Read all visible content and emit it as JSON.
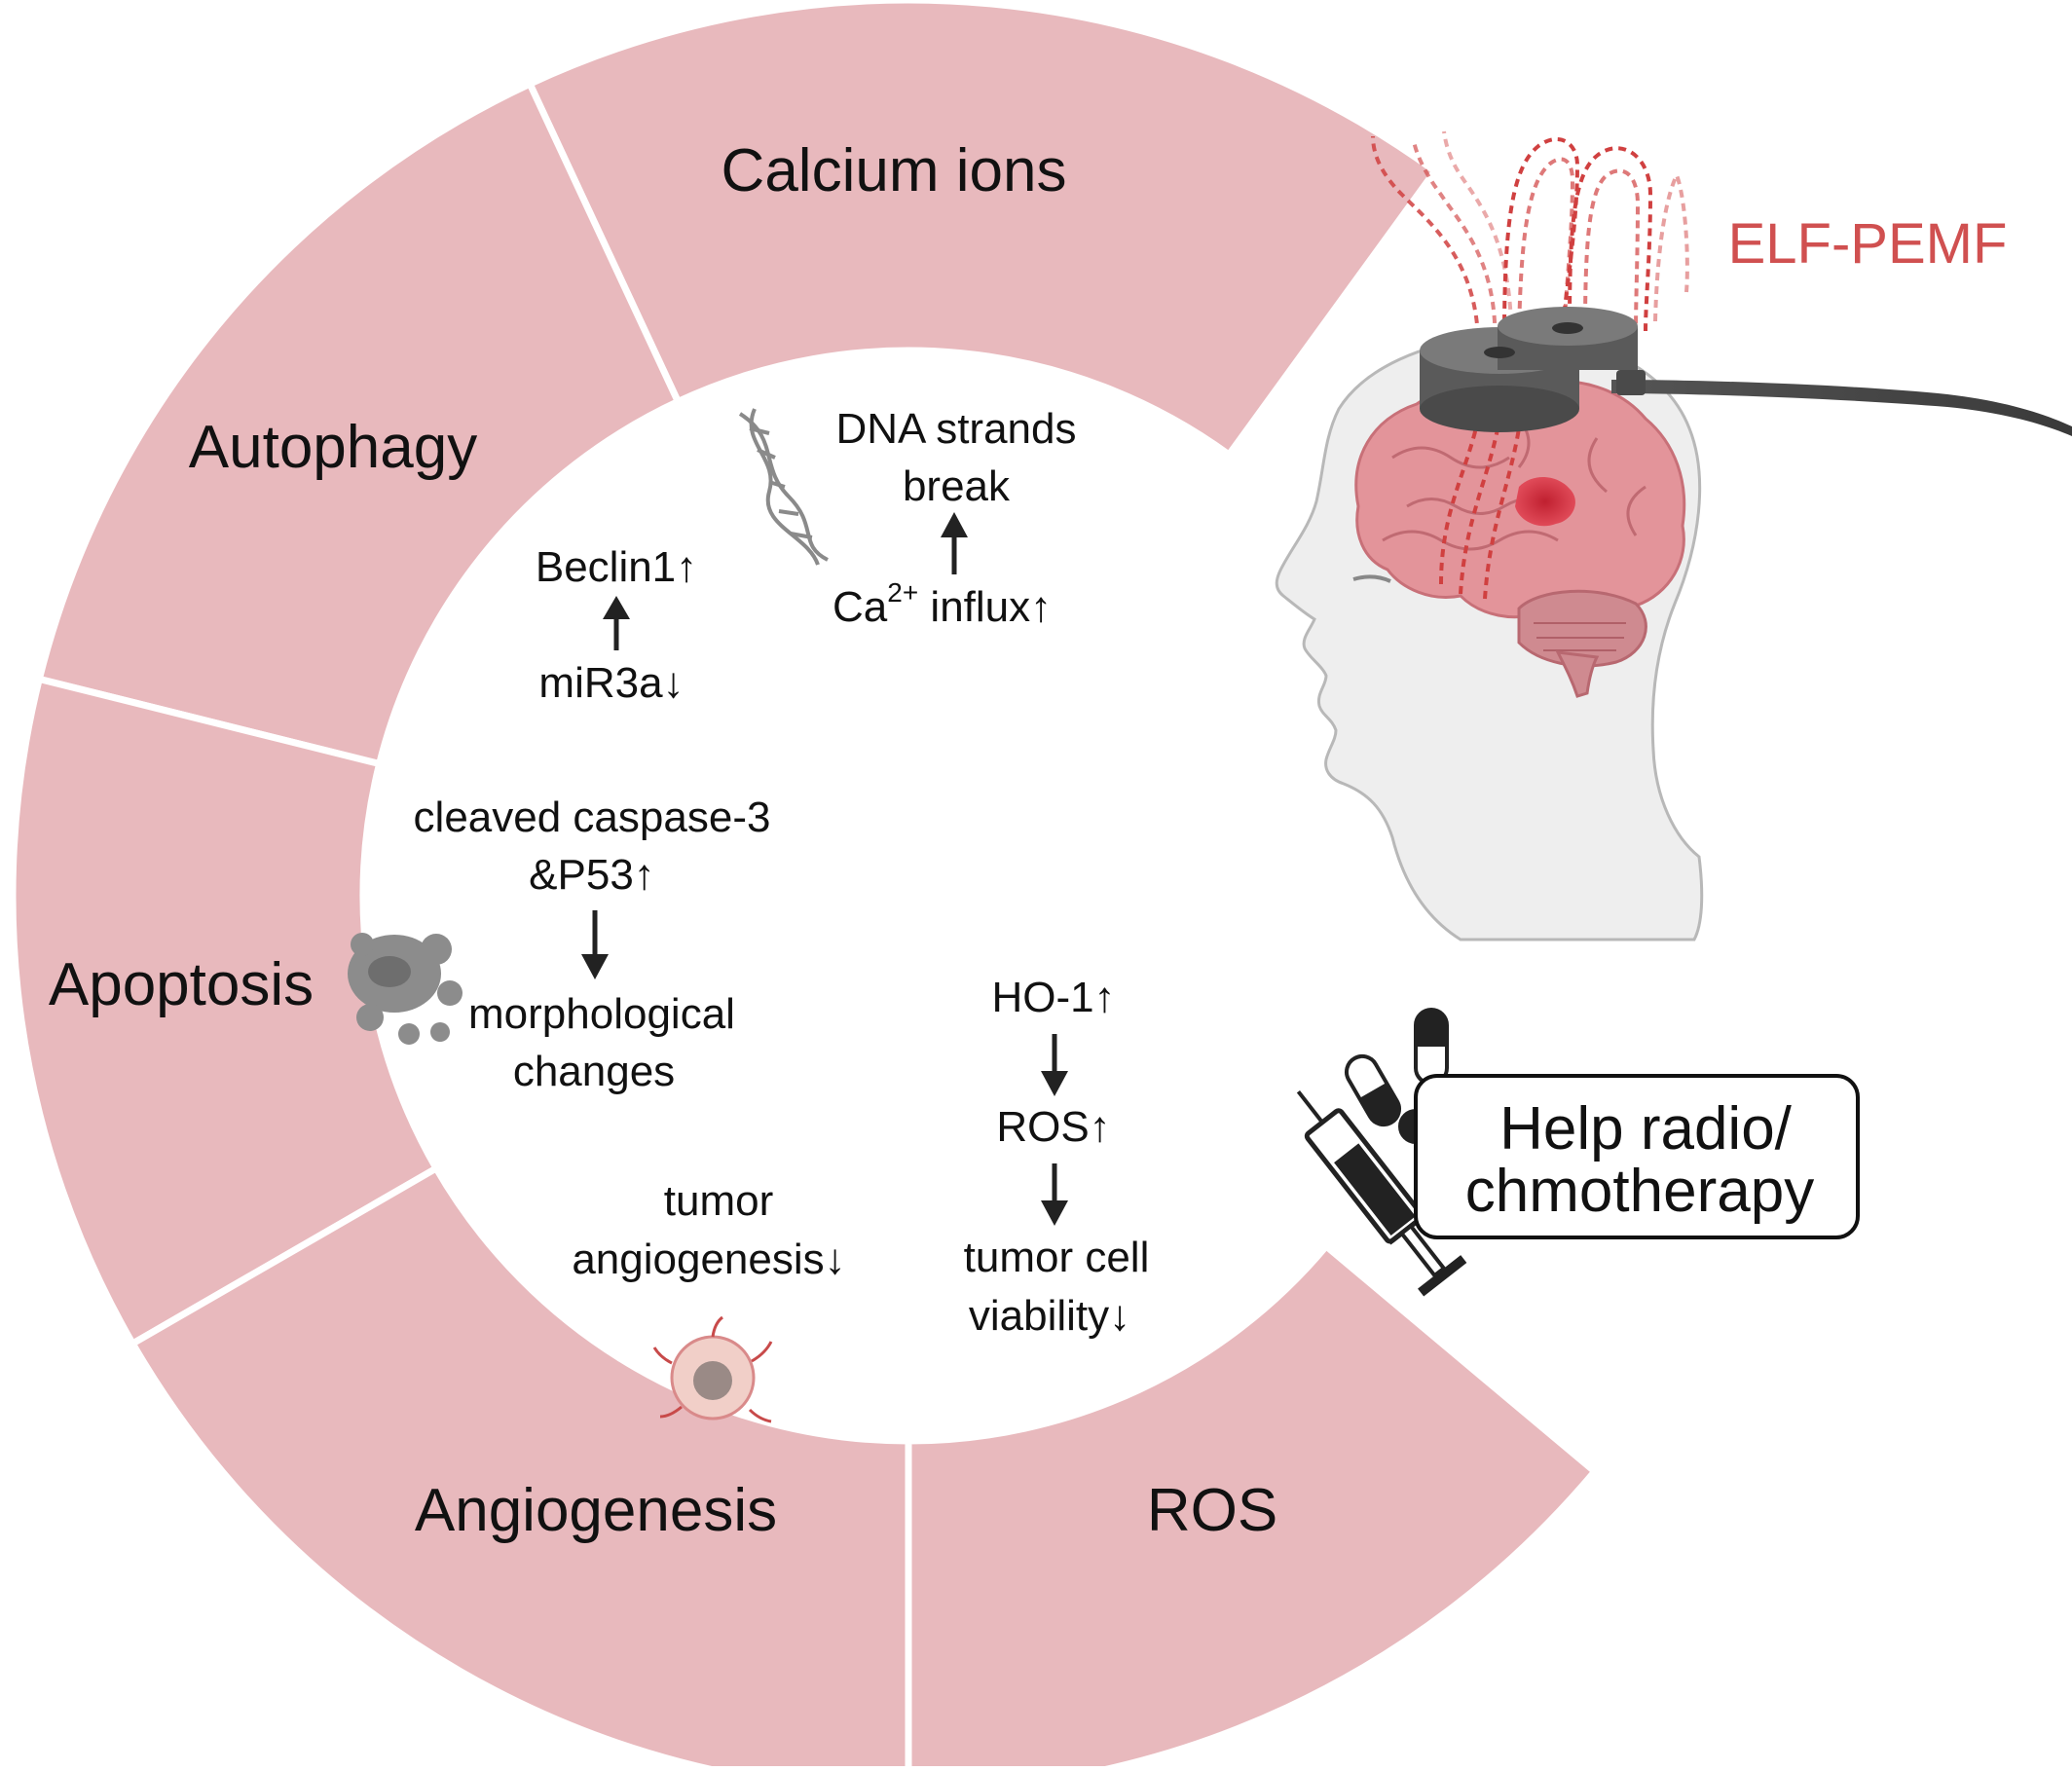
{
  "diagram": {
    "segments": {
      "calcium": "Calcium ions",
      "autophagy": "Autophagy",
      "apoptosis": "Apoptosis",
      "angiogenesis": "Angiogenesis",
      "ros": "ROS"
    },
    "inner": {
      "dna_line1": "DNA strands",
      "dna_line2": "break",
      "ca_prefix": "Ca",
      "ca_sup": "2+",
      "ca_suffix": " influx↑",
      "beclin": "Beclin1↑",
      "mir": "miR3a↓",
      "caspase_line1": "cleaved caspase-3",
      "caspase_line2": "&P53↑",
      "morph_line1": "morphological",
      "morph_line2": "changes",
      "ho1": "HO-1↑",
      "ros_up": "ROS↑",
      "viability_line1": "tumor cell",
      "viability_line2": "viability↓",
      "angio_line1": "tumor",
      "angio_line2": "angiogenesis↓"
    },
    "elf_label": "ELF-PEMF",
    "therapy_line1": "Help radio/",
    "therapy_line2": "chmotherapy",
    "colors": {
      "ring": "#e8b9bd",
      "elf_text": "#d05050",
      "brain": "#e08a92",
      "tumor": "#d42c3c"
    }
  }
}
